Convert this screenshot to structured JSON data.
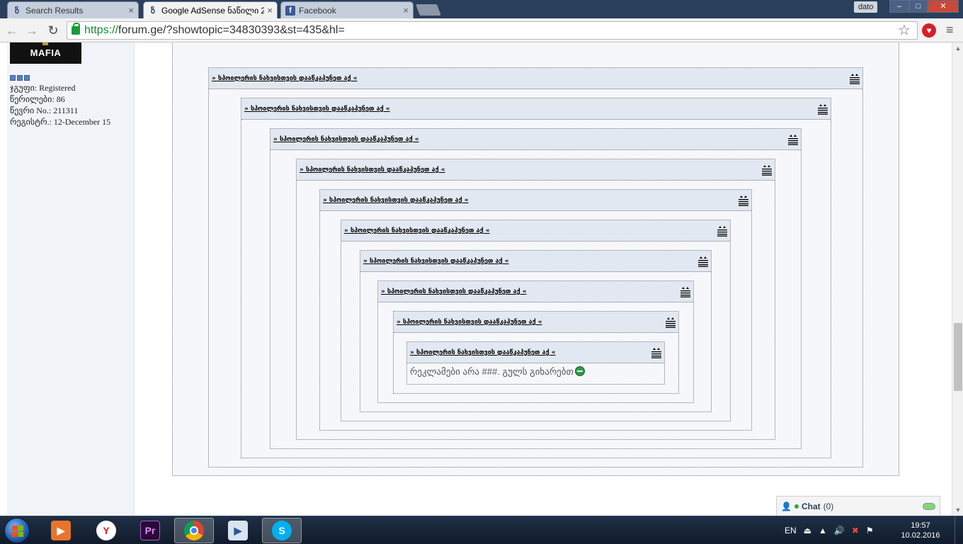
{
  "browser": {
    "tabs": [
      {
        "title": "Search Results",
        "favicon": "forum-ge-icon",
        "active": false
      },
      {
        "title": "Google AdSense ნაწილი 2",
        "favicon": "forum-ge-icon",
        "active": true
      },
      {
        "title": "Facebook",
        "favicon": "facebook-icon",
        "active": false
      }
    ],
    "profile_name": "dato",
    "url_scheme": "https://",
    "url_rest": "forum.ge/?showtopic=34830393&st=435&hl=",
    "window_controls": {
      "minimize": "–",
      "maximize": "□",
      "close": "✕"
    }
  },
  "sidebar": {
    "logo_text": "MAFIA",
    "rank_pips": 3,
    "user_info": [
      "ჯგუფი: Registered",
      "წერილები: 86",
      "წევრი No.: 211311",
      "რეგისტრ.: 12-December 15"
    ]
  },
  "quote_title": "» სპოილერის ნახვისთვის დააწკაპუნეთ აქ «",
  "quote_body": "რეკლამები არა ###. გულს გიხარებთ",
  "chat": {
    "label": "Chat",
    "count": "(0)"
  },
  "taskbar": {
    "apps": [
      {
        "name": "media-player-icon",
        "label": ""
      },
      {
        "name": "yandex-browser-icon",
        "label": "Y"
      },
      {
        "name": "premiere-pro-icon",
        "label": "Pr"
      },
      {
        "name": "chrome-icon",
        "label": ""
      },
      {
        "name": "media-player-classic-icon",
        "label": ""
      },
      {
        "name": "skype-icon",
        "label": "S"
      }
    ],
    "language": "EN",
    "time": "19:57",
    "date": "10.02.2016"
  },
  "colors": {
    "quote_header": "#e2e8f2",
    "quote_bg": "#f5f7fa",
    "taskbar": "#1a2a3e",
    "url_green": "#1a8a34"
  }
}
